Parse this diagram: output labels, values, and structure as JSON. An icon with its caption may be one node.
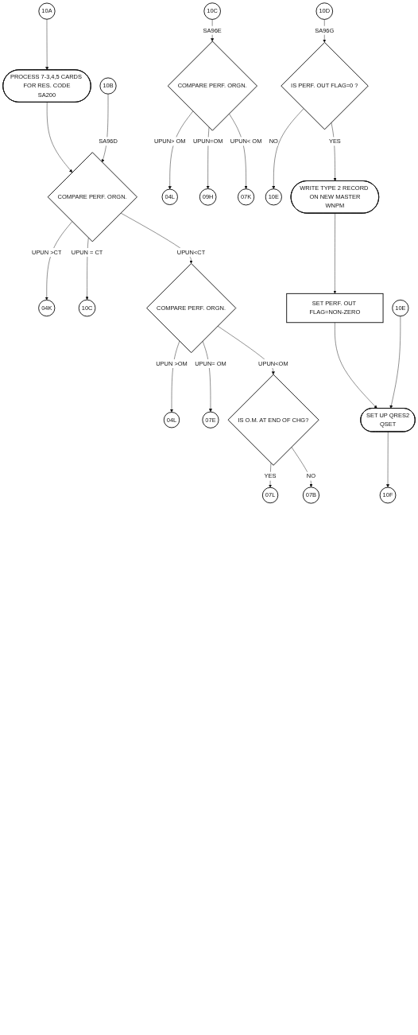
{
  "diagram": {
    "nodes": [
      {
        "text": [
          "10A"
        ]
      },
      {
        "text": [
          "PROCESS 7-3,4,5 CARDS FOR RES. CODE",
          "SA200"
        ]
      },
      {
        "text": [
          "10B"
        ]
      },
      {
        "text": [
          "COMPARE PERF. ORGN."
        ]
      },
      {
        "text": [
          "04K"
        ]
      },
      {
        "text": [
          "10C"
        ]
      },
      {
        "text": [
          "COMPARE PERF. ORGN."
        ]
      },
      {
        "text": [
          "04L"
        ]
      },
      {
        "text": [
          "07E"
        ]
      },
      {
        "text": [
          "IS O.M. AT END OF CHG?"
        ]
      },
      {
        "text": [
          "07L"
        ]
      },
      {
        "text": [
          "07B"
        ]
      },
      {
        "text": [
          "10C"
        ]
      },
      {
        "text": [
          "COMPARE PERF. ORGN."
        ]
      },
      {
        "text": [
          "04L"
        ]
      },
      {
        "text": [
          "09H"
        ]
      },
      {
        "text": [
          "07K"
        ]
      },
      {
        "text": [
          "10D"
        ]
      },
      {
        "text": [
          "IS PERF. OUT FLAG=0 ?"
        ]
      },
      {
        "text": [
          "10E"
        ]
      },
      {
        "text": [
          "WRITE TYPE 2 RECORD ON NEW MASTER",
          "WNPM"
        ]
      },
      {
        "text": [
          "SET PERF. OUT FLAG=NON-ZERO"
        ]
      },
      {
        "text": [
          "10E"
        ]
      },
      {
        "text": [
          "SET UP QRES2",
          "QSET"
        ]
      },
      {
        "text": [
          "10F"
        ]
      }
    ],
    "edges": [
      {
        "from": 0,
        "to": 1,
        "arrow": "to"
      },
      {
        "from": 1,
        "to": 3,
        "arrow": "to"
      },
      {
        "from": 2,
        "to": 3,
        "arrow": "to",
        "label": "SA96D"
      },
      {
        "from": 3,
        "to": 4,
        "arrow": "to",
        "label": "UPUN >CT"
      },
      {
        "from": 3,
        "to": 5,
        "arrow": "to",
        "label": "UPUN = CT"
      },
      {
        "from": 3,
        "to": 6,
        "arrow": "to",
        "label": "UPUN<CT"
      },
      {
        "from": 6,
        "to": 7,
        "arrow": "to",
        "label": "UPUN >OM"
      },
      {
        "from": 6,
        "to": 8,
        "arrow": "to",
        "label": "UPUN= OM"
      },
      {
        "from": 6,
        "to": 9,
        "arrow": "to",
        "label": "UPUN<OM"
      },
      {
        "from": 9,
        "to": 10,
        "arrow": "to",
        "label": "YES"
      },
      {
        "from": 9,
        "to": 11,
        "arrow": "to",
        "label": "NO"
      },
      {
        "from": 12,
        "to": 13,
        "arrow": "to",
        "label": "SA96E"
      },
      {
        "from": 13,
        "to": 14,
        "arrow": "to",
        "label": "UPUN> OM"
      },
      {
        "from": 13,
        "to": 15,
        "arrow": "to",
        "label": "UPUN=OM"
      },
      {
        "from": 13,
        "to": 16,
        "arrow": "to",
        "label": "UPUN< OM"
      },
      {
        "from": 17,
        "to": 18,
        "arrow": "to",
        "label": "SA96G"
      },
      {
        "from": 18,
        "to": 19,
        "arrow": "to",
        "label": "NO"
      },
      {
        "from": 18,
        "to": 20,
        "arrow": "to",
        "label": "YES"
      },
      {
        "from": 20,
        "to": 21,
        "arrow": "to"
      },
      {
        "from": 21,
        "to": 23,
        "arrow": "to"
      },
      {
        "from": 22,
        "to": 23,
        "arrow": "to"
      },
      {
        "from": 23,
        "to": 24,
        "arrow": "to"
      }
    ]
  }
}
